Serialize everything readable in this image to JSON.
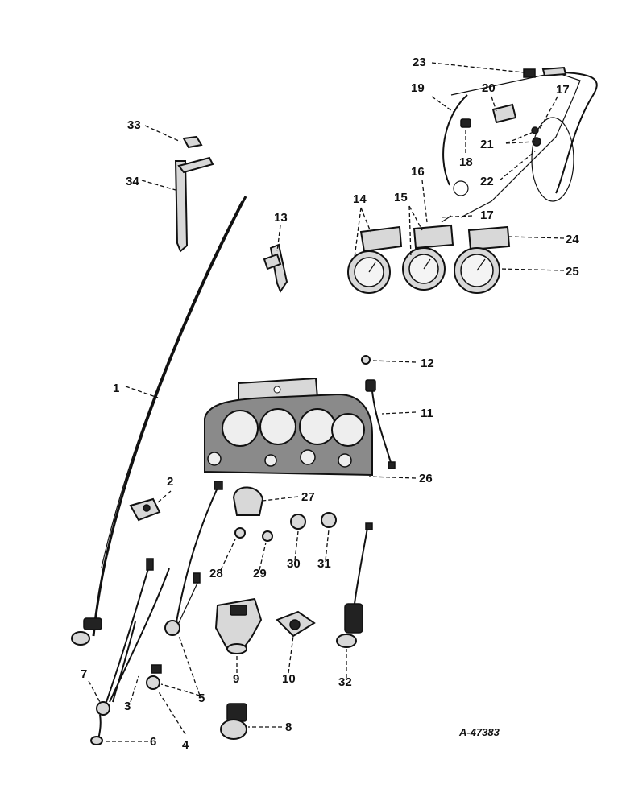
{
  "figure_ref": "A-47383",
  "callouts": [
    {
      "id": "c1",
      "label": "1"
    },
    {
      "id": "c2",
      "label": "2"
    },
    {
      "id": "c3",
      "label": "3"
    },
    {
      "id": "c4",
      "label": "4"
    },
    {
      "id": "c5",
      "label": "5"
    },
    {
      "id": "c6",
      "label": "6"
    },
    {
      "id": "c7",
      "label": "7"
    },
    {
      "id": "c8",
      "label": "8"
    },
    {
      "id": "c9",
      "label": "9"
    },
    {
      "id": "c10",
      "label": "10"
    },
    {
      "id": "c11",
      "label": "11"
    },
    {
      "id": "c12",
      "label": "12"
    },
    {
      "id": "c13",
      "label": "13"
    },
    {
      "id": "c14",
      "label": "14"
    },
    {
      "id": "c15",
      "label": "15"
    },
    {
      "id": "c16",
      "label": "16"
    },
    {
      "id": "c17a",
      "label": "17"
    },
    {
      "id": "c17b",
      "label": "17"
    },
    {
      "id": "c18",
      "label": "18"
    },
    {
      "id": "c19",
      "label": "19"
    },
    {
      "id": "c20",
      "label": "20"
    },
    {
      "id": "c21",
      "label": "21"
    },
    {
      "id": "c22",
      "label": "22"
    },
    {
      "id": "c23",
      "label": "23"
    },
    {
      "id": "c24",
      "label": "24"
    },
    {
      "id": "c25",
      "label": "25"
    },
    {
      "id": "c26",
      "label": "26"
    },
    {
      "id": "c27",
      "label": "27"
    },
    {
      "id": "c28",
      "label": "28"
    },
    {
      "id": "c29",
      "label": "29"
    },
    {
      "id": "c30",
      "label": "30"
    },
    {
      "id": "c31",
      "label": "31"
    },
    {
      "id": "c32",
      "label": "32"
    },
    {
      "id": "c33",
      "label": "33"
    },
    {
      "id": "c34",
      "label": "34"
    }
  ]
}
